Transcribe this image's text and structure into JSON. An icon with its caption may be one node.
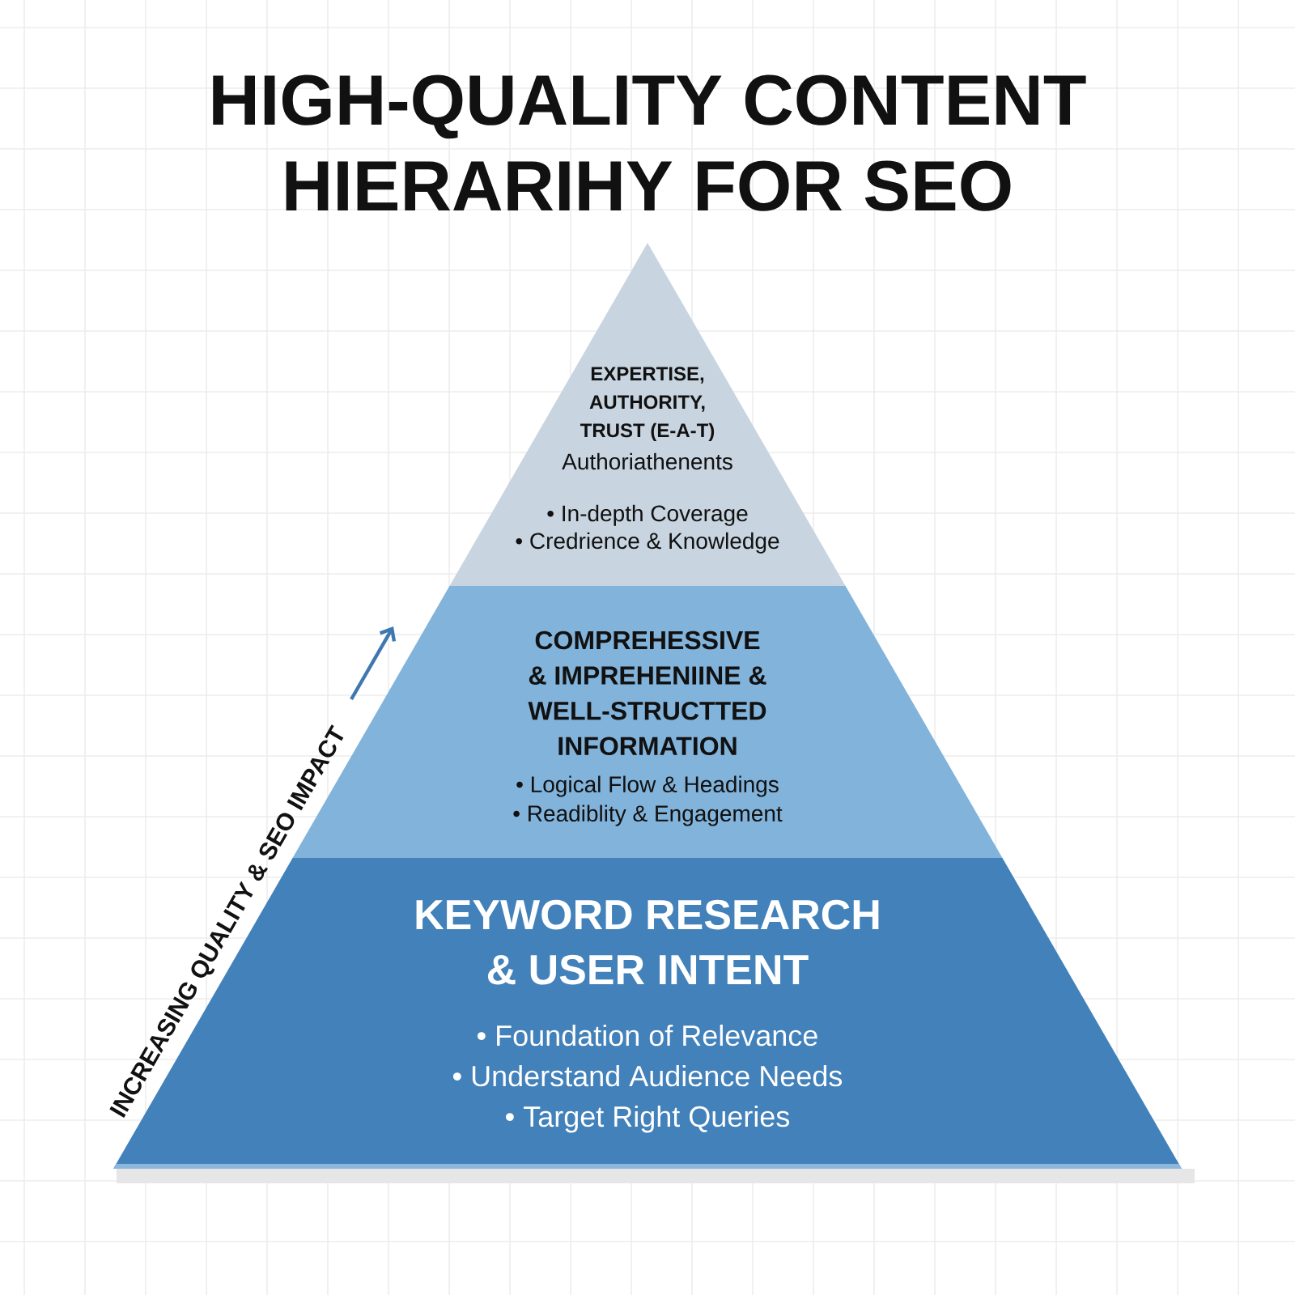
{
  "diagram": {
    "title": "HIGH-QUALITY CONTENT HIERARIHY FOR SEO",
    "nodes": [
      {
        "text": [
          "EXPERTISE, AUTHORITY, TRUST (E-A-T)",
          "Authoriathenents",
          "• In-depth Coverage",
          "• Credrience & Knowledge"
        ]
      },
      {
        "text": [
          "COMPREHESSIVE & IMPREHENIINE & WELL-STRUCTTED INFORMATION",
          "• Logical Flow & Headings",
          "• Readiblity & Engagement"
        ]
      },
      {
        "text": [
          "KEYWORD RESEARCH & USER INTENT",
          "• Foundation of Relevance",
          "• Understand Audience Needs",
          "• Target Right Queries"
        ]
      }
    ],
    "labels": [
      "INCREASING QUALITY & SEO IMPACT"
    ]
  }
}
